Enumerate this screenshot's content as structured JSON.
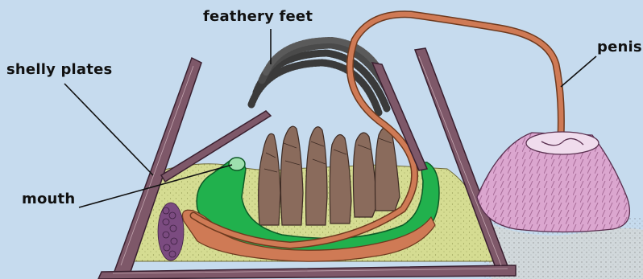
{
  "labels": {
    "feathery_feet": "feathery feet",
    "shelly_plates": "shelly plates",
    "mouth": "mouth",
    "penis": "penis"
  },
  "colors": {
    "background": "#c6dbee",
    "body_fill": "#d5dc92",
    "plate": "#7e5869",
    "gut": "#21b14d",
    "orange_organ": "#cf7a55",
    "cirri": "#8a6b5c",
    "neighbor_barnacle": "#dba6cf",
    "egg_cluster": "#7b4b80"
  }
}
